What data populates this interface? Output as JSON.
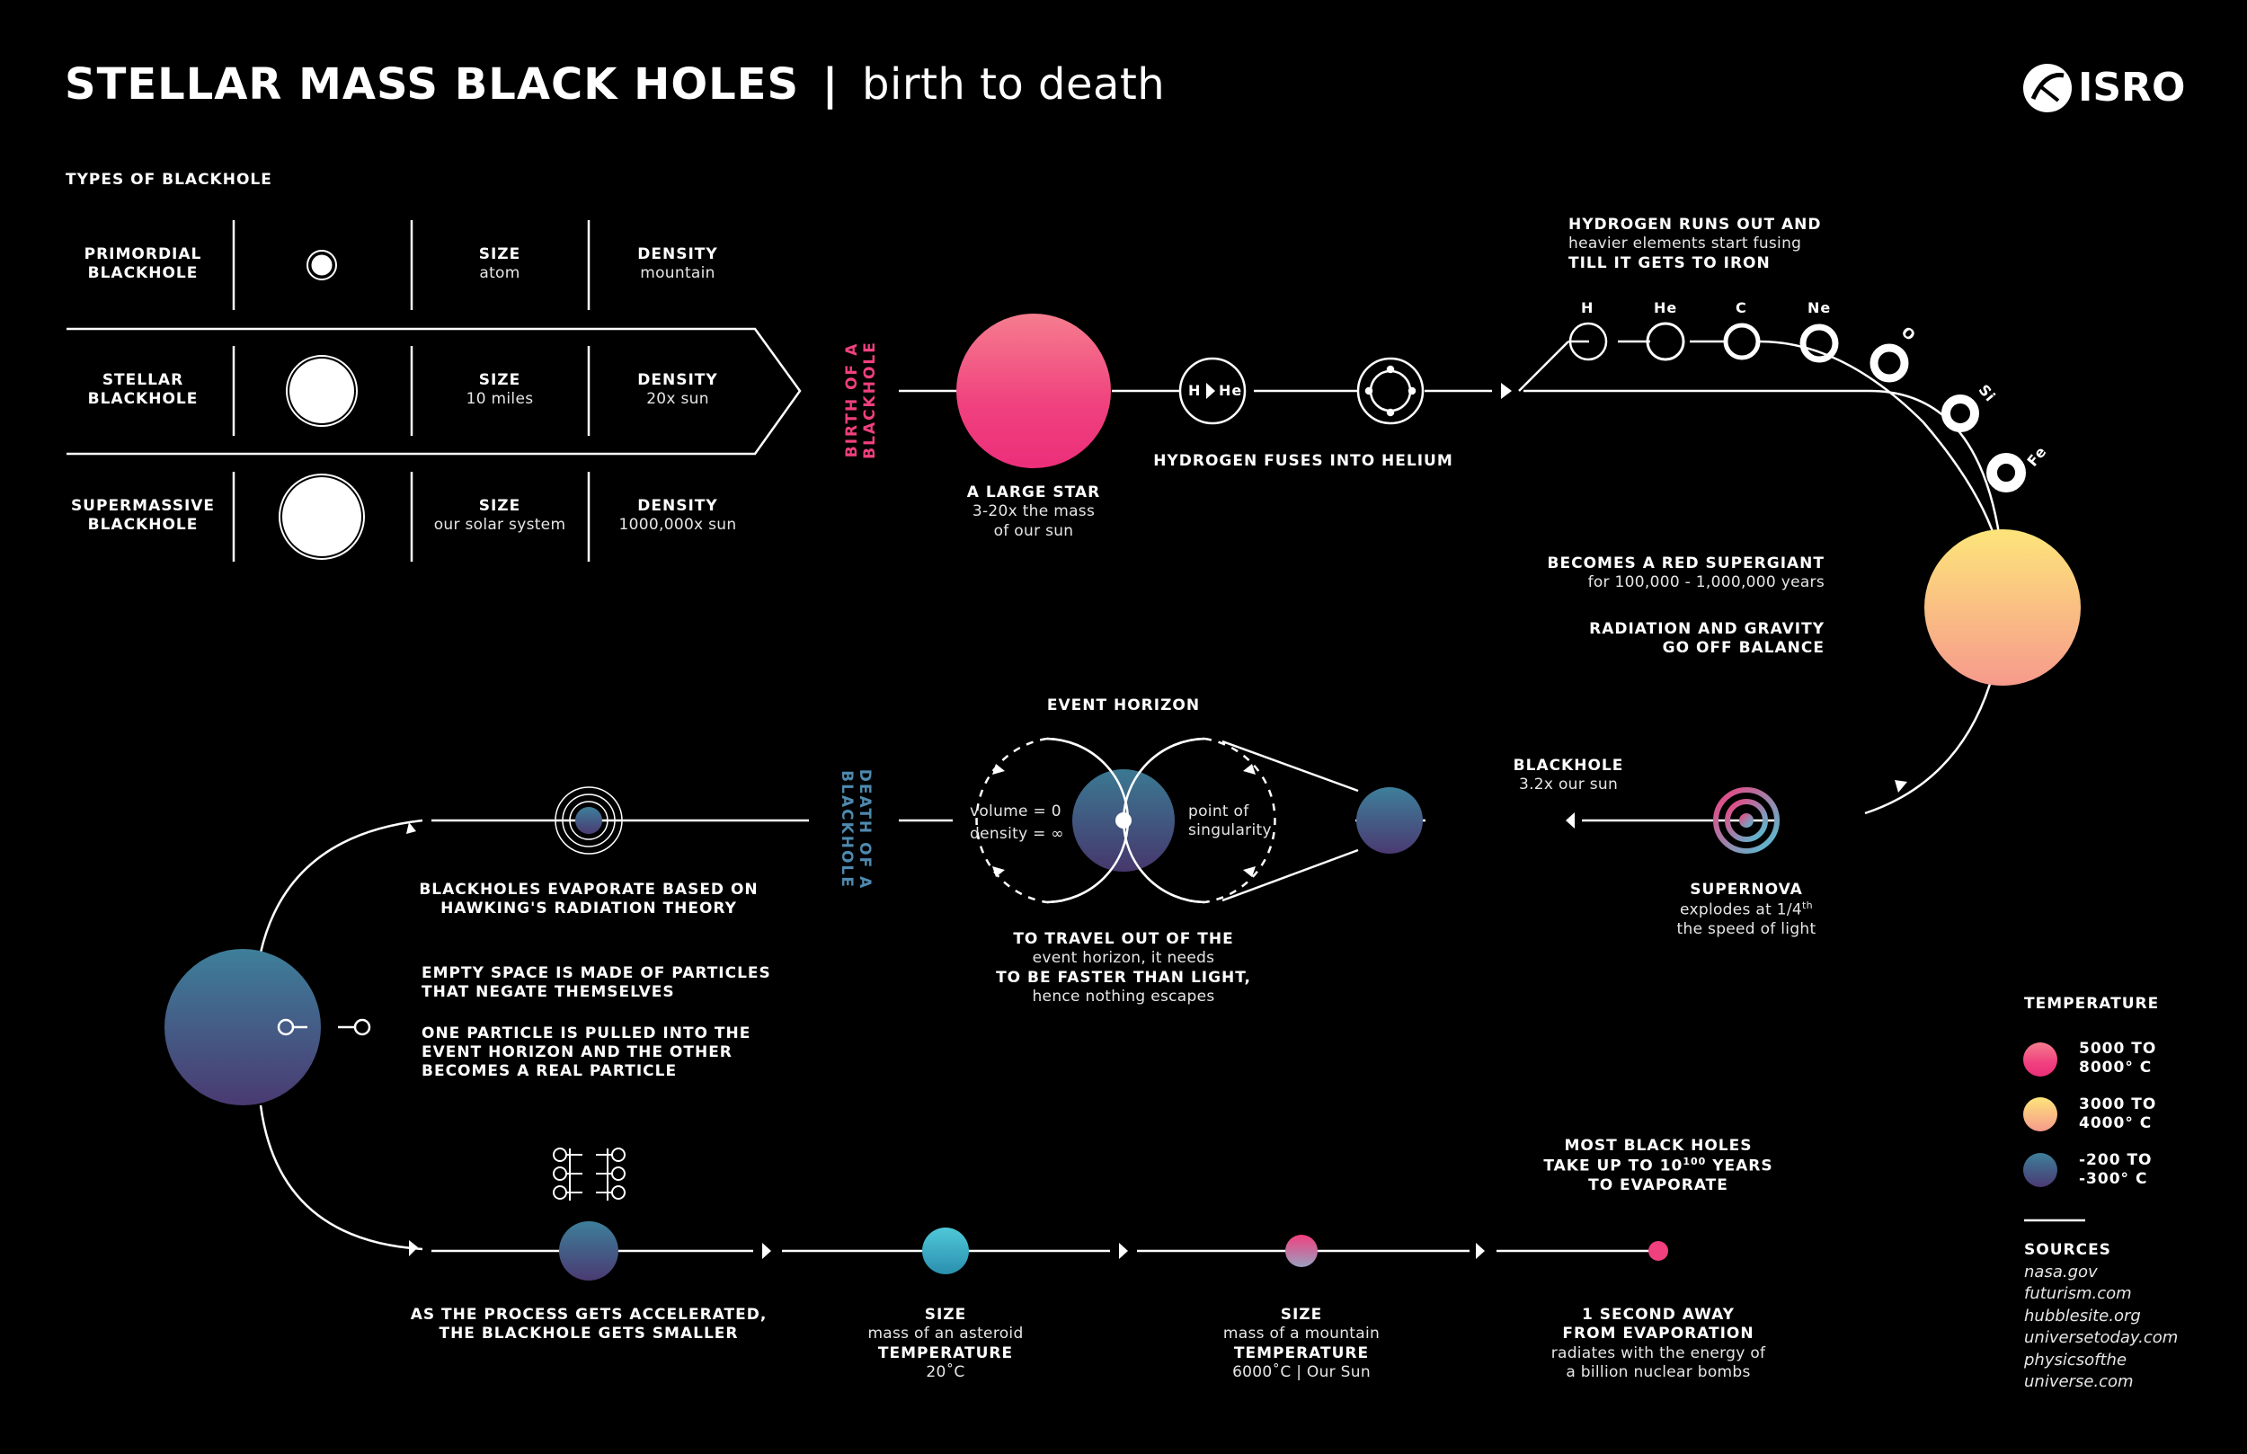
{
  "header": {
    "title_bold": "STELLAR MASS BLACK HOLES",
    "title_sep": "|",
    "title_light": "birth to death",
    "logo_text": "ISRO"
  },
  "types": {
    "heading": "TYPES OF BLACKHOLE",
    "rows": [
      {
        "name1": "PRIMORDIAL",
        "name2": "BLACKHOLE",
        "size_label": "SIZE",
        "size": "atom",
        "density_label": "DENSITY",
        "density": "mountain"
      },
      {
        "name1": "STELLAR",
        "name2": "BLACKHOLE",
        "size_label": "SIZE",
        "size": "10 miles",
        "density_label": "DENSITY",
        "density": "20x sun"
      },
      {
        "name1": "SUPERMASSIVE",
        "name2": "BLACKHOLE",
        "size_label": "SIZE",
        "size": "our solar system",
        "density_label": "DENSITY",
        "density": "1000,000x sun"
      }
    ]
  },
  "birth": {
    "side_label": "BIRTH OF A BLACKHOLE",
    "star_title": "A LARGE STAR",
    "star_line1": "3-20x the mass",
    "star_line2": "of our sun",
    "h_symbol": "H",
    "he_symbol": "He",
    "fuse_label": "HYDROGEN FUSES INTO HELIUM",
    "runout_line1": "HYDROGEN RUNS OUT AND",
    "runout_line2": "heavier elements start fusing",
    "runout_line3": "TILL IT GETS TO IRON",
    "elements": [
      "H",
      "He",
      "C",
      "Ne",
      "O",
      "Si",
      "Fe"
    ],
    "supergiant_title": "BECOMES A RED SUPERGIANT",
    "supergiant_years": "for 100,000 - 1,000,000 years",
    "balance_line1": "RADIATION AND GRAVITY",
    "balance_line2": "GO OFF BALANCE",
    "supernova_title": "SUPERNOVA",
    "supernova_line1": "explodes at 1/4",
    "supernova_sup": "th",
    "supernova_line2": "the speed of light",
    "bh_title": "BLACKHOLE",
    "bh_line": "3.2x our sun"
  },
  "horizon": {
    "title": "EVENT HORIZON",
    "volume": "volume = 0",
    "density": "density = ∞",
    "singularity1": "point of",
    "singularity2": "singularity",
    "travel1": "TO TRAVEL OUT OF THE",
    "travel2": "event horizon, it needs",
    "travel3": "TO BE FASTER THAN LIGHT,",
    "travel4": "hence nothing escapes"
  },
  "death": {
    "side_label": "DEATH OF A BLACKHOLE",
    "hawking1": "BLACKHOLES EVAPORATE BASED ON",
    "hawking2": "HAWKING'S RADIATION THEORY",
    "space1": "EMPTY SPACE IS MADE OF PARTICLES",
    "space2": "THAT NEGATE THEMSELVES",
    "pull1": "ONE PARTICLE IS PULLED INTO THE",
    "pull2": "EVENT HORIZON AND THE OTHER",
    "pull3": "BECOMES A REAL PARTICLE",
    "accel1": "AS THE PROCESS GETS ACCELERATED,",
    "accel2": "THE BLACKHOLE GETS SMALLER",
    "ast_size_label": "SIZE",
    "ast_size": "mass of an asteroid",
    "ast_temp_label": "TEMPERATURE",
    "ast_temp": "20˚C",
    "mtn_size_label": "SIZE",
    "mtn_size": "mass of a mountain",
    "mtn_temp_label": "TEMPERATURE",
    "mtn_temp": "6000˚C | Our Sun",
    "most1": "MOST BLACK HOLES",
    "most2a": "TAKE UP TO 10",
    "most2sup": "100",
    "most2b": " YEARS",
    "most3": "TO EVAPORATE",
    "sec1": "1 SECOND AWAY",
    "sec2": "FROM EVAPORATION",
    "sec3": "radiates with the energy of",
    "sec4": "a billion nuclear bombs"
  },
  "legend": {
    "heading": "TEMPERATURE",
    "items": [
      {
        "line1": "5000 TO",
        "line2": "8000° C",
        "color": "#f0407e"
      },
      {
        "line1": "3000 TO",
        "line2": "4000° C",
        "color": "#f8a886"
      },
      {
        "line1": "-200 TO",
        "line2": "-300° C",
        "color": "#3b6f8c"
      }
    ]
  },
  "sources": {
    "heading": "SOURCES",
    "items": [
      "nasa.gov",
      "futurism.com",
      "hubblesite.org",
      "universetoday.com",
      "physicsofthe",
      "universe.com"
    ]
  },
  "colors": {
    "pink": "#f0407e",
    "peach": "#f8a886",
    "yellow": "#fde57a",
    "teal": "#3e7f9a",
    "purple": "#4a3a72",
    "cyan": "#4fc3d6",
    "birth_label": "#f0407e",
    "death_label": "#4e8ab0"
  }
}
